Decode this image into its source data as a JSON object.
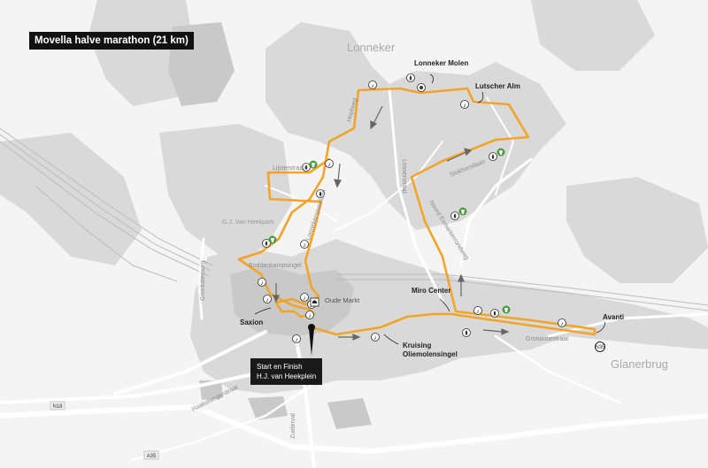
{
  "title": "Movella halve marathon (21 km)",
  "start": {
    "line1": "Start en Finish",
    "line2": "H.J. van Heekplein"
  },
  "places": {
    "lonneker": "Lonneker",
    "glanerbrug": "Glanerbrug"
  },
  "pois": {
    "lonneker_molen": "Lonneker Molen",
    "lutscher_alm": "Lutscher Alm",
    "miro_center": "Miro Center",
    "avanti": "Avanti",
    "saxion": "Saxion",
    "kruising_line1": "Kruising",
    "kruising_line2": "Oliemolensingel",
    "oude_markt": "Oude Markt",
    "van_heekpark": "G.J. Van Heekpark"
  },
  "streets": {
    "hoptweg": "Hoptweg",
    "losserstraat": "Losserstraat",
    "lijsterstraat": "Lijsterstraat",
    "stokhorstlaan": "Stokhorstlaan",
    "lonnekerspoorlaan": "Lonnekerspoorlaan",
    "noord_esmarkerrondweg": "Noord Esmarkerrondweg",
    "boddenkampsingel": "Boddenkampsingel",
    "ondkatenweg": "Gronkatenweg",
    "gronausestraat": "Gronausestraat",
    "haaksbergerstraat": "Haaksbergerstraat",
    "zuiderval": "Zuiderval"
  },
  "roads": {
    "n18": "N18",
    "a35": "A35",
    "n35": "N35"
  },
  "colors": {
    "route": "#f2a42a",
    "water": "#4a9a3e",
    "road": "#ffffff",
    "area": "#d6d6d6",
    "background": "#f4f4f4"
  },
  "icons": {
    "music": "music-note-icon",
    "water": "water-drop-icon",
    "refreshment": "refreshment-green-icon",
    "start": "start-finish-pin-icon",
    "direction": "direction-arrow-icon"
  }
}
